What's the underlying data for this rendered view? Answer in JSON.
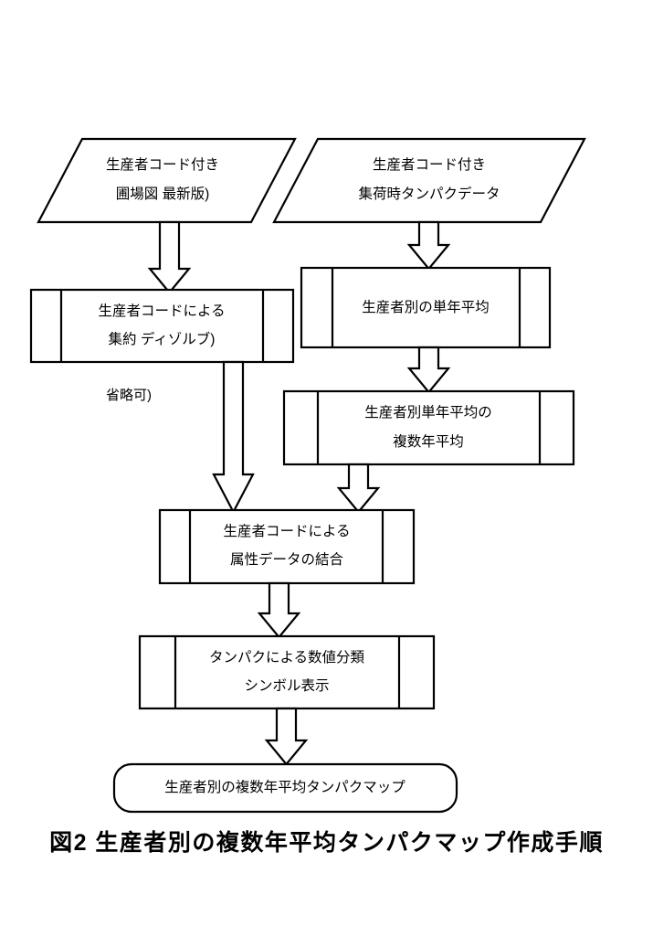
{
  "figure": {
    "caption": "図2 生産者別の複数年平均タンパクマップ作成手順",
    "background_color": "#ffffff",
    "line_color": "#000000"
  },
  "diagram": {
    "type": "flowchart",
    "orientation": "top-to-bottom",
    "nodes": [
      {
        "id": "input-field-map",
        "shape": "parallelogram",
        "role": "data-input",
        "lines": [
          "生産者コード付き",
          "圃場図 最新版)"
        ]
      },
      {
        "id": "input-protein-data",
        "shape": "parallelogram",
        "role": "data-input",
        "lines": [
          "生産者コード付き",
          "集荷時タンパクデータ"
        ]
      },
      {
        "id": "process-dissolve",
        "shape": "predefined-process",
        "role": "process",
        "lines": [
          "生産者コードによる",
          "集約 ディゾルブ)"
        ]
      },
      {
        "id": "process-single-year-average",
        "shape": "predefined-process",
        "role": "process",
        "lines": [
          "生産者別の単年平均"
        ]
      },
      {
        "id": "process-multi-year-average",
        "shape": "predefined-process",
        "role": "process",
        "lines": [
          "生産者別単年平均の",
          "複数年平均"
        ]
      },
      {
        "id": "process-join-attributes",
        "shape": "predefined-process",
        "role": "process",
        "lines": [
          "生産者コードによる",
          "属性データの結合"
        ]
      },
      {
        "id": "process-classify-symbolize",
        "shape": "predefined-process",
        "role": "process",
        "lines": [
          "タンパクによる数値分類",
          "シンボル表示"
        ]
      },
      {
        "id": "output-protein-map",
        "shape": "rounded-rectangle",
        "role": "terminator-output",
        "lines": [
          "生産者別の複数年平均タンパクマップ"
        ]
      }
    ],
    "annotations": [
      {
        "id": "optional-note",
        "text": "省略可)",
        "attached_to": "process-dissolve"
      }
    ],
    "edges": [
      {
        "id": "edge-map-to-dissolve",
        "from": "input-field-map",
        "to": "process-dissolve",
        "style": "hollow-block-arrow"
      },
      {
        "id": "edge-protein-to-single-year",
        "from": "input-protein-data",
        "to": "process-single-year-average",
        "style": "hollow-block-arrow"
      },
      {
        "id": "edge-single-to-multi-year",
        "from": "process-single-year-average",
        "to": "process-multi-year-average",
        "style": "hollow-block-arrow"
      },
      {
        "id": "edge-dissolve-to-join",
        "from": "process-dissolve",
        "to": "process-join-attributes",
        "style": "hollow-block-arrow"
      },
      {
        "id": "edge-multi-year-to-join",
        "from": "process-multi-year-average",
        "to": "process-join-attributes",
        "style": "hollow-block-arrow"
      },
      {
        "id": "edge-join-to-classify",
        "from": "process-join-attributes",
        "to": "process-classify-symbolize",
        "style": "hollow-block-arrow"
      },
      {
        "id": "edge-classify-to-output",
        "from": "process-classify-symbolize",
        "to": "output-protein-map",
        "style": "hollow-block-arrow"
      }
    ]
  }
}
